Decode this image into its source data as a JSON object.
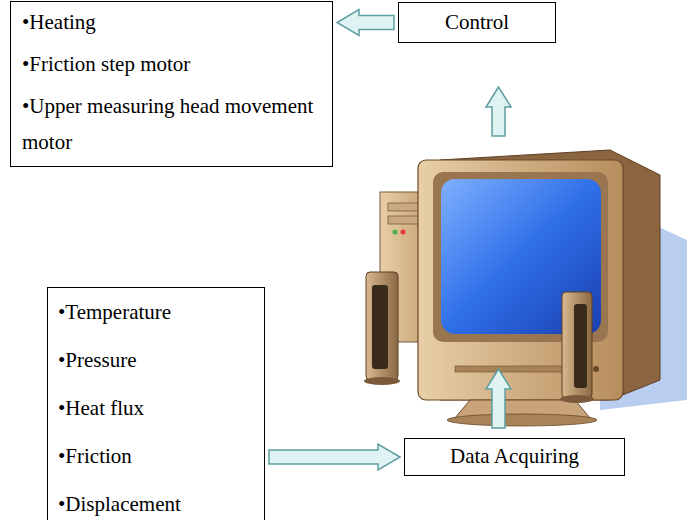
{
  "diagram": {
    "nodes": [
      {
        "text": [
          "•Heating",
          "•Friction step motor",
          "•Upper measuring head movement motor"
        ]
      },
      {
        "text": [
          "Control"
        ]
      },
      {
        "text": [
          "•Temperature",
          "•Pressure",
          "•Heat flux",
          "•Friction",
          "•Displacement"
        ]
      },
      {
        "text": [
          "Data Acquiring"
        ]
      }
    ],
    "edges": [
      {
        "from": 1,
        "to": 0,
        "arrow": "to"
      },
      {
        "from": 2,
        "to": 3,
        "arrow": "to"
      }
    ]
  }
}
